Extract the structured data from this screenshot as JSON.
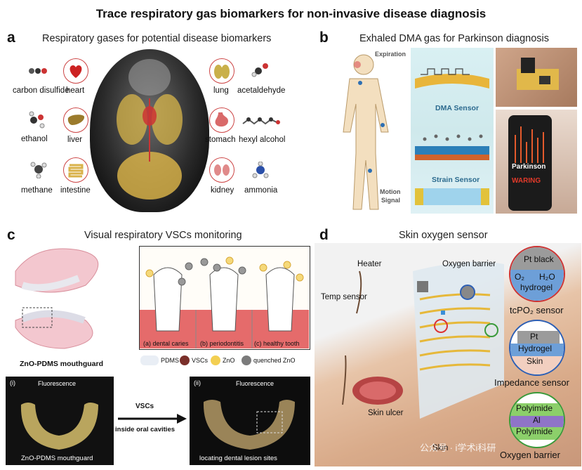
{
  "title": "Trace respiratory gas biomarkers for non-invasive disease diagnosis",
  "panel_a": {
    "label": "a",
    "title": "Respiratory gases for potential disease biomarkers",
    "left_gases": [
      "carbon disulfide",
      "ethanol",
      "methane"
    ],
    "left_organs": [
      "heart",
      "liver",
      "intestine"
    ],
    "right_organs": [
      "lung",
      "stomach",
      "kidney"
    ],
    "right_gases": [
      "acetaldehyde",
      "hexyl alcohol",
      "ammonia"
    ]
  },
  "panel_b": {
    "label": "b",
    "title": "Exhaled DMA gas for Parkinson diagnosis",
    "expiration": "Expiration",
    "motion_signal_1": "Motion",
    "motion_signal_2": "Signal",
    "dma_sensor": "DMA Sensor",
    "strain_sensor": "Strain Sensor",
    "parkinson": "Parkinson",
    "warning": "WARING"
  },
  "panel_c": {
    "label": "c",
    "title": "Visual respiratory VSCs monitoring",
    "mouthguard": "ZnO-PDMS mouthguard",
    "tooth_labels": [
      "(a) dental caries",
      "(b) periodontitis",
      "(c) healthy tooth"
    ],
    "legend": [
      "PDMS",
      "VSCs",
      "ZnO",
      "quenched ZnO"
    ],
    "photo_i_tag": "(i)",
    "photo_i_title": "Fluorescence",
    "photo_i_caption": "ZnO-PDMS mouthguard",
    "arrow_top": "VSCs",
    "arrow_bottom": "inside oral cavities",
    "photo_ii_tag": "(ii)",
    "photo_ii_title": "Fluorescence",
    "photo_ii_caption": "locating dental lesion sites"
  },
  "panel_d": {
    "label": "d",
    "title": "Skin oxygen sensor",
    "heater": "Heater",
    "oxygen_barrier_top": "Oxygen barrier",
    "temp_sensor": "Temp sensor",
    "skin_ulcer": "Skin ulcer",
    "skin": "Skin",
    "pt_black": "Pt black",
    "o2": "O₂",
    "h2o": "H₂O",
    "hydrogel": "hydrogel",
    "tcpo2_sensor": "tcPO₂ sensor",
    "pt": "Pt",
    "hydrogel_layer": "Hydrogel",
    "skin_layer": "Skin",
    "impedance_sensor": "Impedance sensor",
    "polyimide_top": "Polyimide",
    "al": "Al",
    "polyimide_bottom": "Polyimide",
    "oxygen_barrier_bottom": "Oxygen barrier"
  },
  "watermark": "公众号 · i学术i科研"
}
